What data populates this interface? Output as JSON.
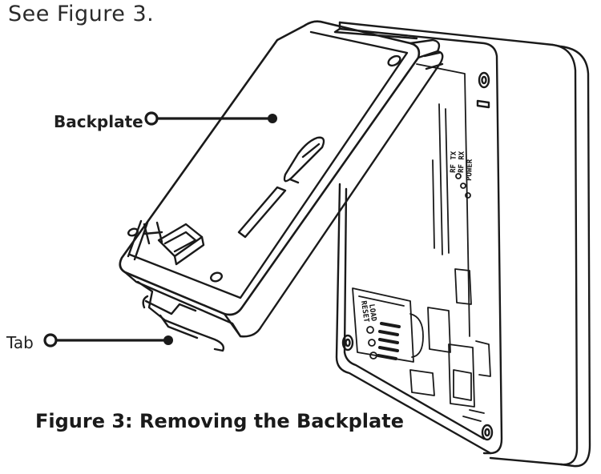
{
  "intro_text": "See Figure 3.",
  "callouts": {
    "backplate": "Backplate",
    "tab": "Tab"
  },
  "board_labels": {
    "rf_tx": "RF TX",
    "rf_rx": "RF RX",
    "power": "POWER",
    "load": "LOAD",
    "reset": "RESET"
  },
  "caption": "Figure 3: Removing the Backplate",
  "colors": {
    "line": "#1a1a1a",
    "background": "#ffffff"
  }
}
